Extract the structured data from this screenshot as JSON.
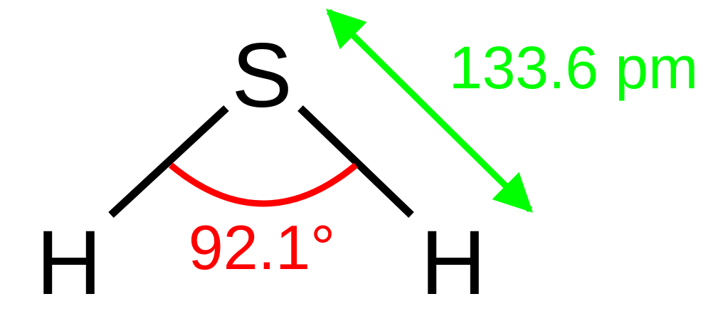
{
  "molecule": {
    "atoms": {
      "central": "S",
      "left": "H",
      "right": "H"
    },
    "bond_angle": {
      "label": "92.1°",
      "color": "#ff0000"
    },
    "bond_length": {
      "label": "133.6 pm",
      "color": "#00ff00"
    },
    "bond_color": "#000000"
  }
}
